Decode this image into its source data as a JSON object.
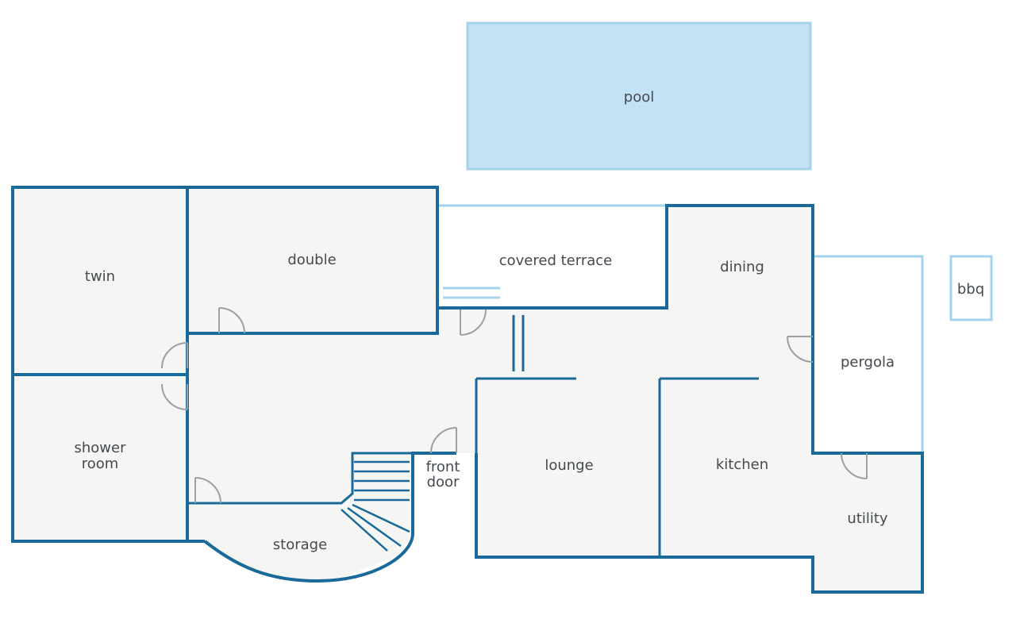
{
  "colors": {
    "wall": "#1a6a99",
    "outdoor_outline": "#a6d3ec",
    "pool_fill": "#c4e2f6",
    "room_fill": "#f5f5f4",
    "door": "#9aa0a4",
    "label": "#444a50"
  },
  "labels": {
    "pool": "pool",
    "twin": "twin",
    "double": "double",
    "covered_terrace": "covered terrace",
    "dining": "dining",
    "bbq": "bbq",
    "pergola": "pergola",
    "shower_room": [
      "shower",
      "room"
    ],
    "front_door": [
      "front",
      "door"
    ],
    "lounge": "lounge",
    "kitchen": "kitchen",
    "utility": "utility",
    "storage": "storage"
  }
}
